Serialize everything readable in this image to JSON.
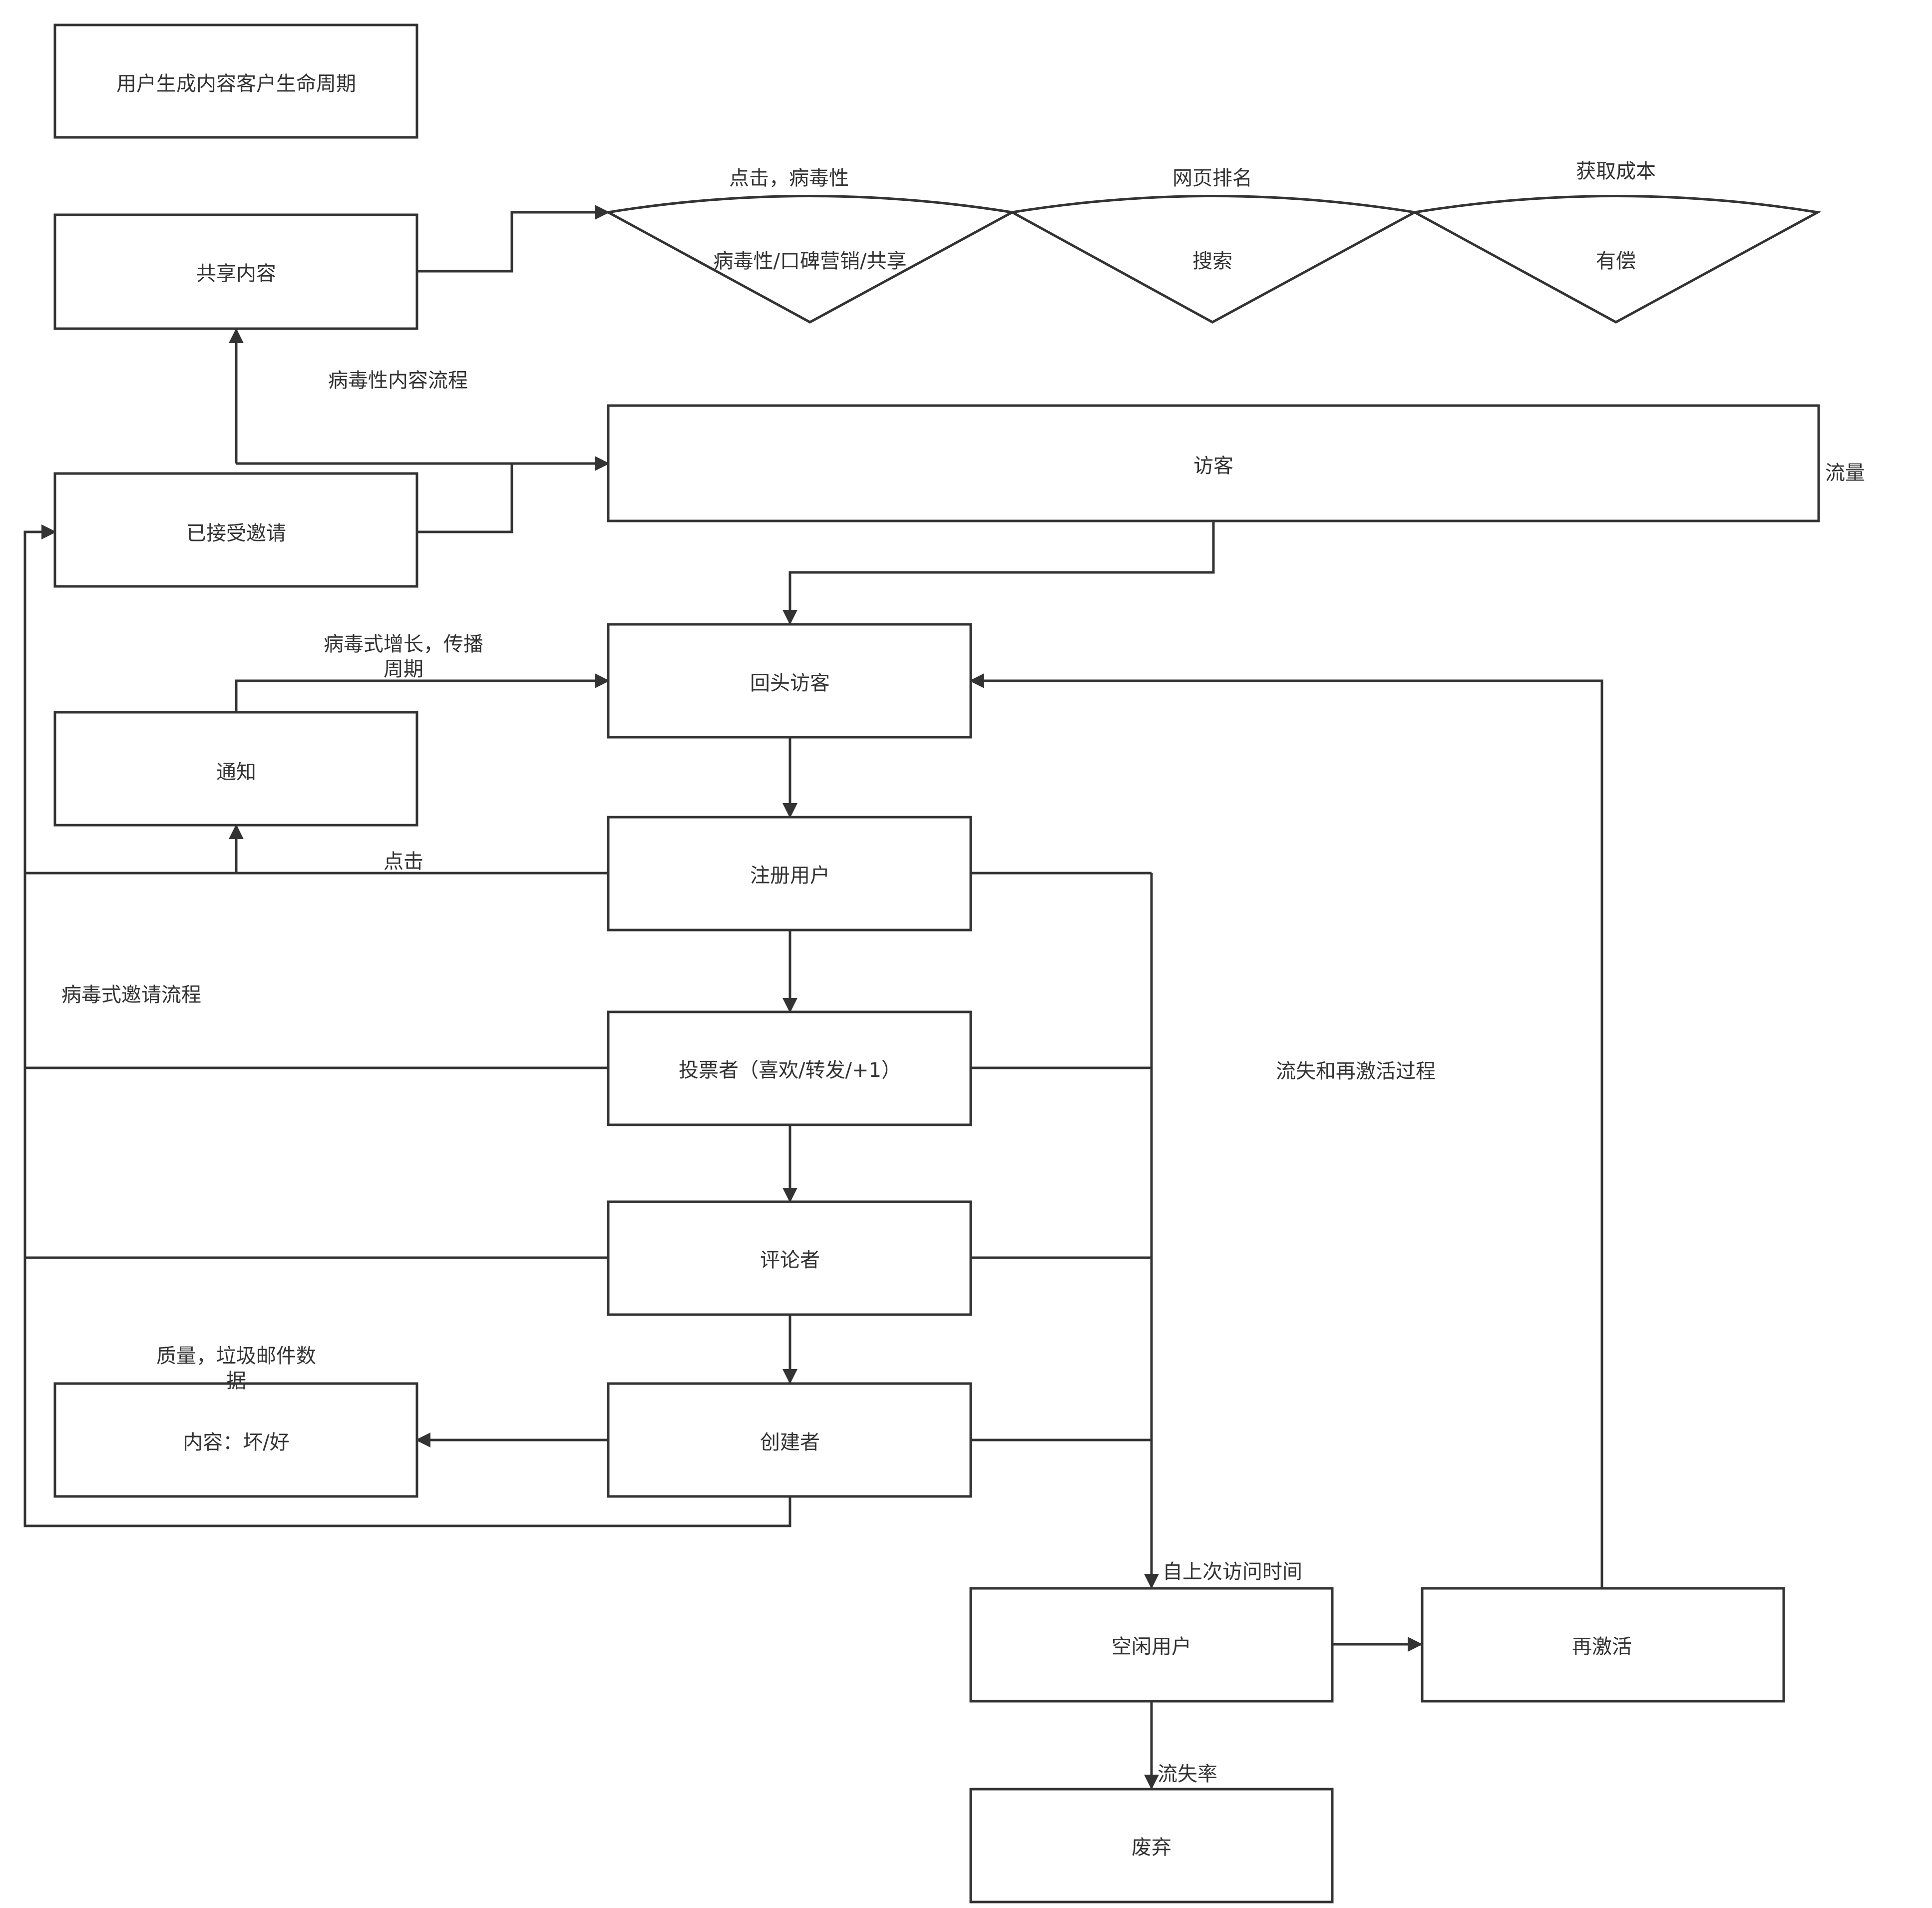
{
  "diagram": {
    "title": "用户生成内容客户生命周期",
    "nodes": {
      "shared_content": "共享内容",
      "accepted_invite": "已接受邀请",
      "notification": "通知",
      "content_quality": "内容：坏/好",
      "visitor": "访客",
      "return_visitor": "回头访客",
      "registered_user": "注册用户",
      "voter": "投票者（喜欢/转发/+1）",
      "commenter": "评论者",
      "creator": "创建者",
      "idle_user": "空闲用户",
      "reactivate": "再激活",
      "abandoned": "废弃"
    },
    "funnels": [
      {
        "top_label": "点击，病毒性",
        "inner_label": "病毒性/口碑营销/共享"
      },
      {
        "top_label": "网页排名",
        "inner_label": "搜索"
      },
      {
        "top_label": "获取成本",
        "inner_label": "有偿"
      }
    ],
    "labels": {
      "viral_content_flow": "病毒性内容流程",
      "traffic": "流量",
      "viral_growth_line1": "病毒式增长，传播",
      "viral_growth_line2": "周期",
      "click": "点击",
      "viral_invite_flow": "病毒式邀请流程",
      "churn_reactivation": "流失和再激活过程",
      "quality_spam_line1": "质量，垃圾邮件数",
      "quality_spam_line2": "据",
      "since_last_visit": "自上次访问时间",
      "churn_rate": "流失率"
    }
  }
}
